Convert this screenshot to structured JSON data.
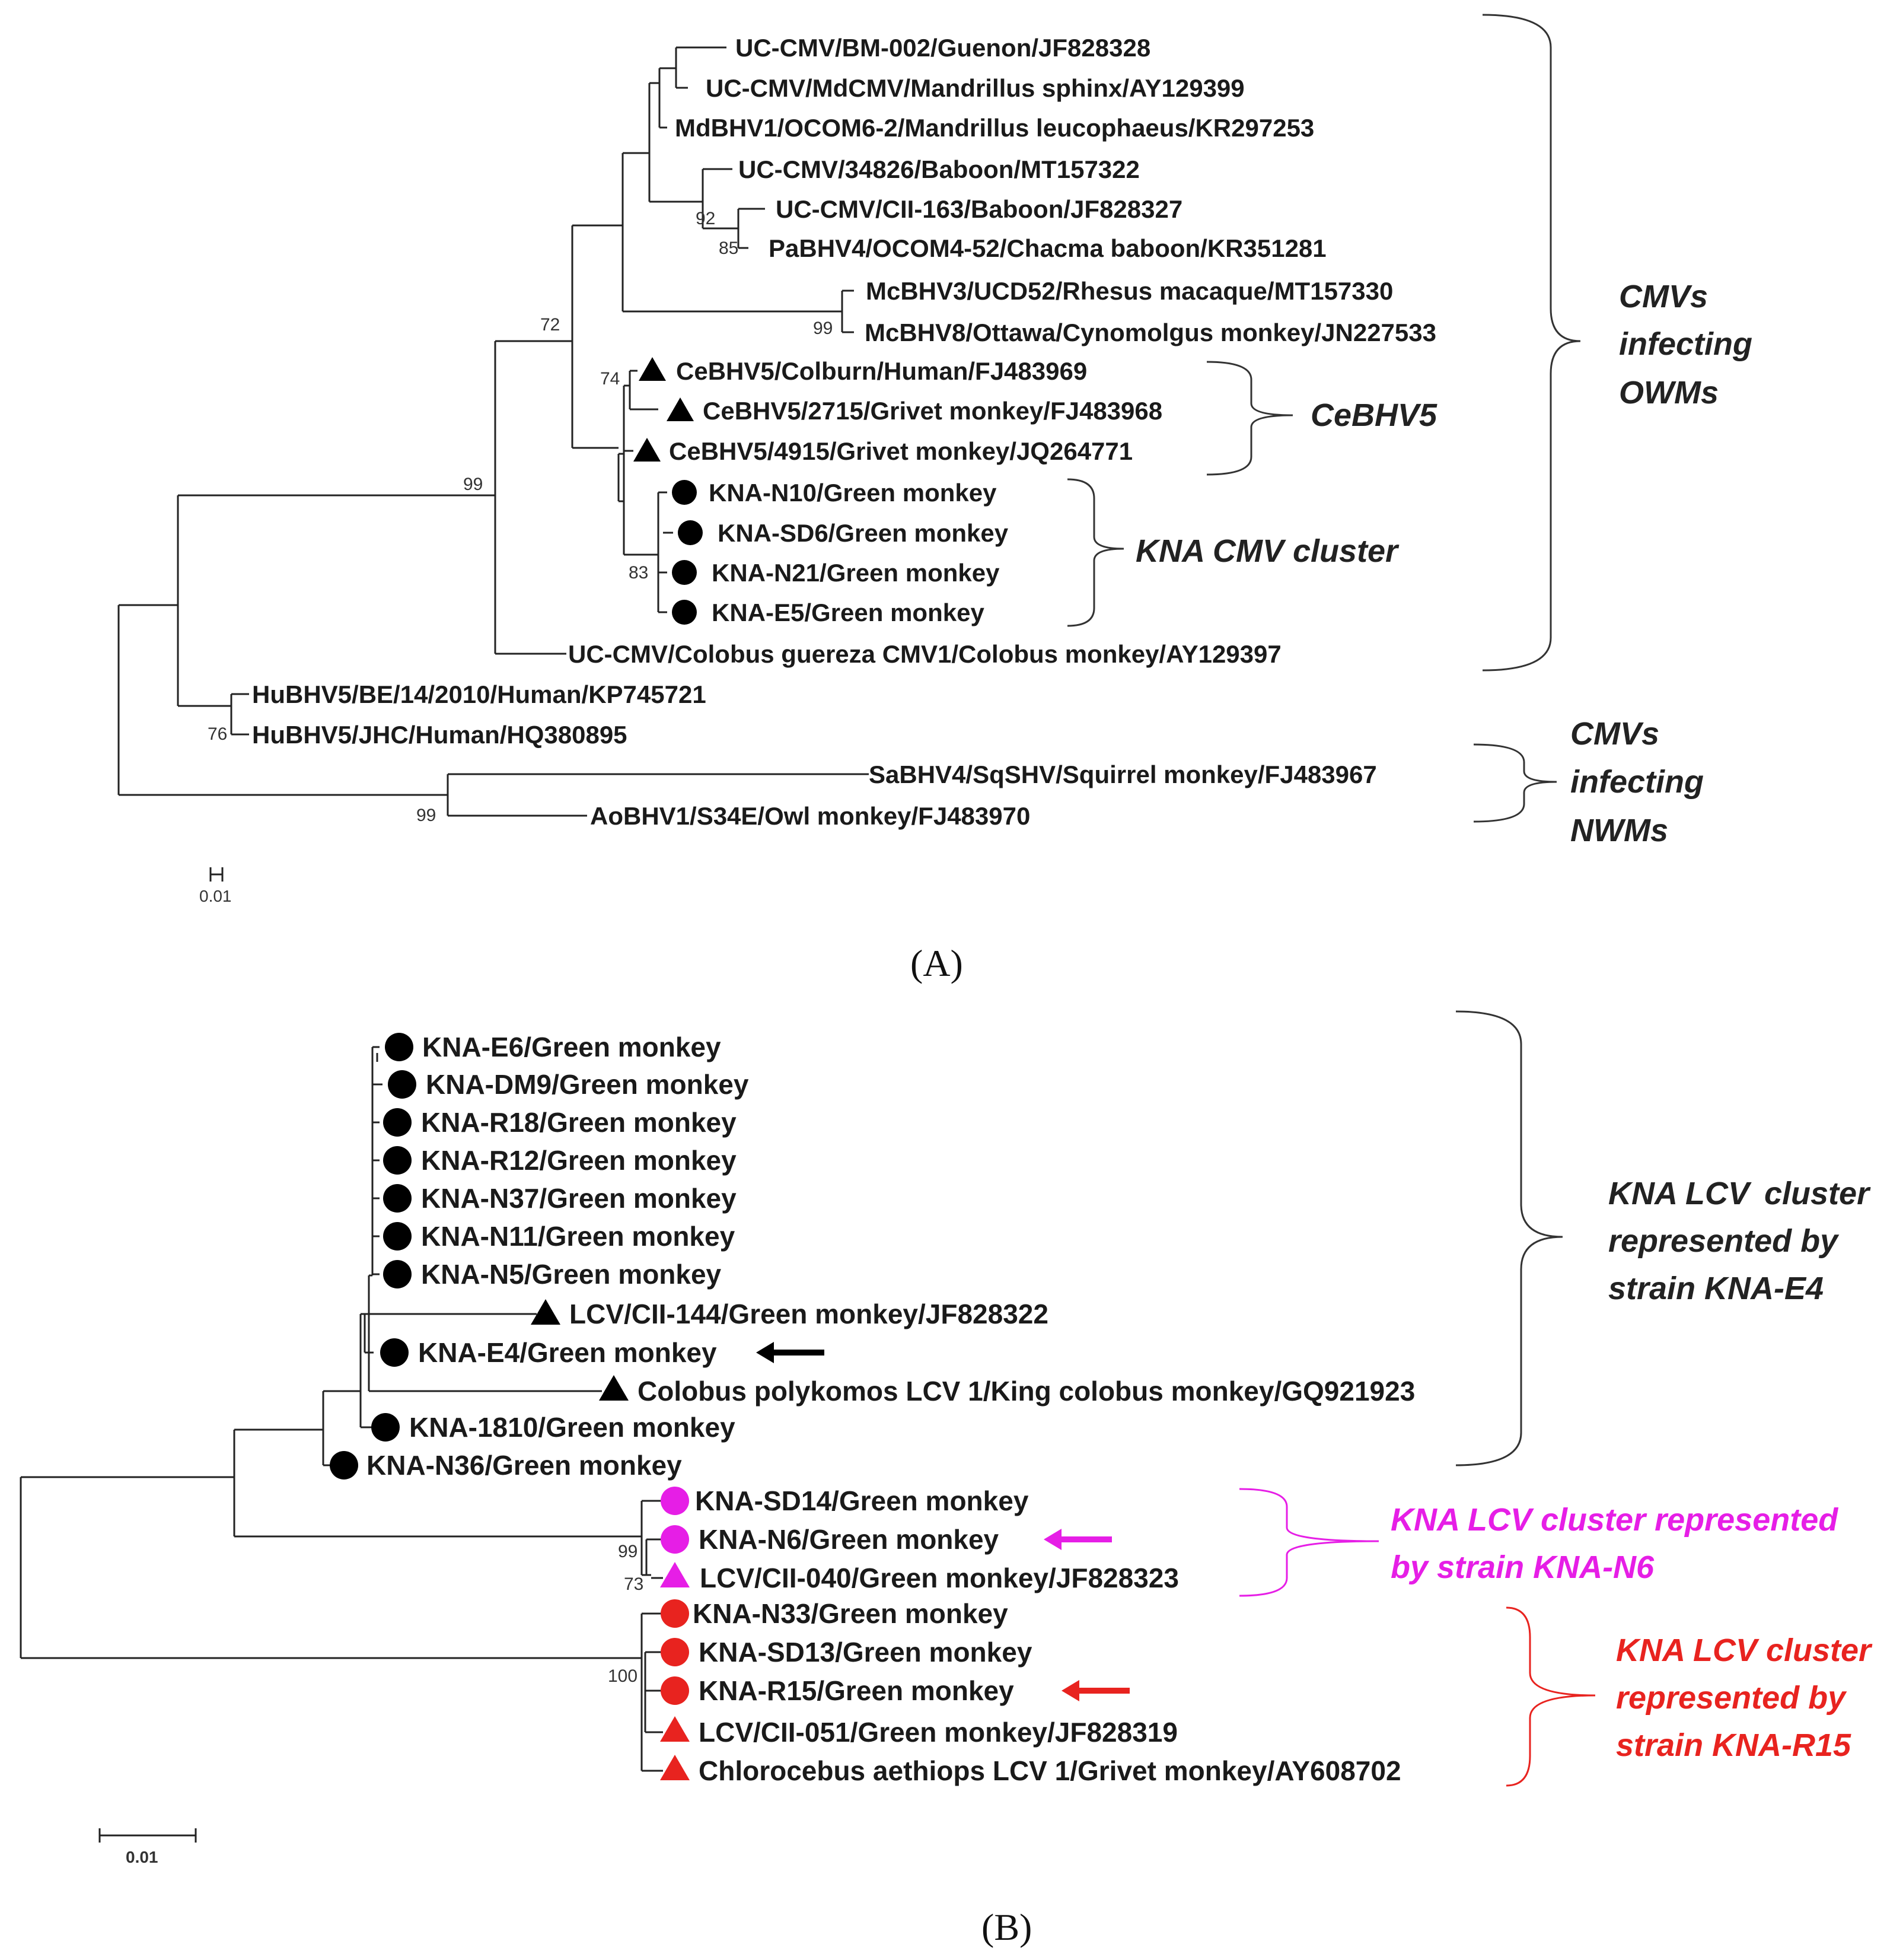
{
  "panels": {
    "A": {
      "label": "(A)",
      "scale": "0.01",
      "colors": {
        "black": "#000000"
      },
      "leaves": [
        {
          "name": "UC-CMV/BM-002/Guenon/JF828328",
          "marker": "none",
          "color": "black"
        },
        {
          "name": "UC-CMV/MdCMV/Mandrillus sphinx/AY129399",
          "marker": "none",
          "color": "black"
        },
        {
          "name": "MdBHV1/OCOM6-2/Mandrillus leucophaeus/KR297253",
          "marker": "none",
          "color": "black"
        },
        {
          "name": "UC-CMV/34826/Baboon/MT157322",
          "marker": "none",
          "color": "black"
        },
        {
          "name": "UC-CMV/CII-163/Baboon/JF828327",
          "marker": "none",
          "color": "black"
        },
        {
          "name": "PaBHV4/OCOM4-52/Chacma baboon/KR351281",
          "marker": "none",
          "color": "black"
        },
        {
          "name": "McBHV3/UCD52/Rhesus macaque/MT157330",
          "marker": "none",
          "color": "black"
        },
        {
          "name": "McBHV8/Ottawa/Cynomolgus monkey/JN227533",
          "marker": "none",
          "color": "black"
        },
        {
          "name": "CeBHV5/Colburn/Human/FJ483969",
          "marker": "triangle",
          "color": "black"
        },
        {
          "name": "CeBHV5/2715/Grivet monkey/FJ483968",
          "marker": "triangle",
          "color": "black"
        },
        {
          "name": "CeBHV5/4915/Grivet monkey/JQ264771",
          "marker": "triangle",
          "color": "black"
        },
        {
          "name": "KNA-N10/Green monkey",
          "marker": "circle",
          "color": "black"
        },
        {
          "name": "KNA-SD6/Green monkey",
          "marker": "circle",
          "color": "black"
        },
        {
          "name": "KNA-N21/Green monkey",
          "marker": "circle",
          "color": "black"
        },
        {
          "name": "KNA-E5/Green monkey",
          "marker": "circle",
          "color": "black"
        },
        {
          "name": "UC-CMV/Colobus guereza CMV1/Colobus monkey/AY129397",
          "marker": "none",
          "color": "black"
        },
        {
          "name": "HuBHV5/BE/14/2010/Human/KP745721",
          "marker": "none",
          "color": "black"
        },
        {
          "name": "HuBHV5/JHC/Human/HQ380895",
          "marker": "none",
          "color": "black"
        },
        {
          "name": "SaBHV4/SqSHV/Squirrel monkey/FJ483967",
          "marker": "none",
          "color": "black"
        },
        {
          "name": "AoBHV1/S34E/Owl monkey/FJ483970",
          "marker": "none",
          "color": "black"
        }
      ],
      "bootstrap": [
        "92",
        "85",
        "99",
        "72",
        "74",
        "99",
        "83",
        "76",
        "99"
      ],
      "groups": [
        {
          "lines": [
            "CMVs",
            "infecting",
            "OWMs"
          ],
          "color": "#222222"
        },
        {
          "lines": [
            "CeBHV5"
          ],
          "color": "#222222"
        },
        {
          "lines": [
            "KNA CMV cluster"
          ],
          "color": "#222222"
        },
        {
          "lines": [
            "CMVs",
            "infecting",
            "NWMs"
          ],
          "color": "#222222"
        }
      ]
    },
    "B": {
      "label": "(B)",
      "scale": "0.01",
      "colors": {
        "black": "#000000",
        "magenta": "#e61ee6",
        "red": "#e8231f"
      },
      "leaves": [
        {
          "name": "KNA-E6/Green monkey",
          "marker": "circle",
          "color": "black"
        },
        {
          "name": "KNA-DM9/Green monkey",
          "marker": "circle",
          "color": "black"
        },
        {
          "name": "KNA-R18/Green monkey",
          "marker": "circle",
          "color": "black"
        },
        {
          "name": "KNA-R12/Green monkey",
          "marker": "circle",
          "color": "black"
        },
        {
          "name": "KNA-N37/Green monkey",
          "marker": "circle",
          "color": "black"
        },
        {
          "name": "KNA-N11/Green monkey",
          "marker": "circle",
          "color": "black"
        },
        {
          "name": "KNA-N5/Green monkey",
          "marker": "circle",
          "color": "black"
        },
        {
          "name": "LCV/CII-144/Green monkey/JF828322",
          "marker": "triangle",
          "color": "black"
        },
        {
          "name": "KNA-E4/Green monkey",
          "marker": "circle",
          "color": "black",
          "arrow": true
        },
        {
          "name": "Colobus polykomos LCV 1/King colobus monkey/GQ921923",
          "marker": "triangle",
          "color": "black"
        },
        {
          "name": "KNA-1810/Green monkey",
          "marker": "circle",
          "color": "black"
        },
        {
          "name": "KNA-N36/Green monkey",
          "marker": "circle",
          "color": "black"
        },
        {
          "name": "KNA-SD14/Green monkey",
          "marker": "circle",
          "color": "magenta"
        },
        {
          "name": "KNA-N6/Green monkey",
          "marker": "circle",
          "color": "magenta",
          "arrow": true
        },
        {
          "name": "LCV/CII-040/Green monkey/JF828323",
          "marker": "triangle",
          "color": "magenta"
        },
        {
          "name": "KNA-N33/Green monkey",
          "marker": "circle",
          "color": "red"
        },
        {
          "name": "KNA-SD13/Green monkey",
          "marker": "circle",
          "color": "red"
        },
        {
          "name": "KNA-R15/Green monkey",
          "marker": "circle",
          "color": "red",
          "arrow": true
        },
        {
          "name": "LCV/CII-051/Green monkey/JF828319",
          "marker": "triangle",
          "color": "red"
        },
        {
          "name": "Chlorocebus aethiops LCV 1/Grivet monkey/AY608702",
          "marker": "triangle",
          "color": "red"
        }
      ],
      "bootstrap": [
        "99",
        "73",
        "100"
      ],
      "groups": [
        {
          "lines": [
            "KNA LCV",
            "cluster",
            "represented by",
            "strain KNA-E4"
          ],
          "color": "#222222"
        },
        {
          "lines": [
            "KNA LCV cluster represented",
            "by strain KNA-N6"
          ],
          "color": "#e61ee6"
        },
        {
          "lines": [
            "KNA LCV cluster",
            "represented by",
            "strain KNA-R15"
          ],
          "color": "#e8231f"
        }
      ]
    }
  }
}
